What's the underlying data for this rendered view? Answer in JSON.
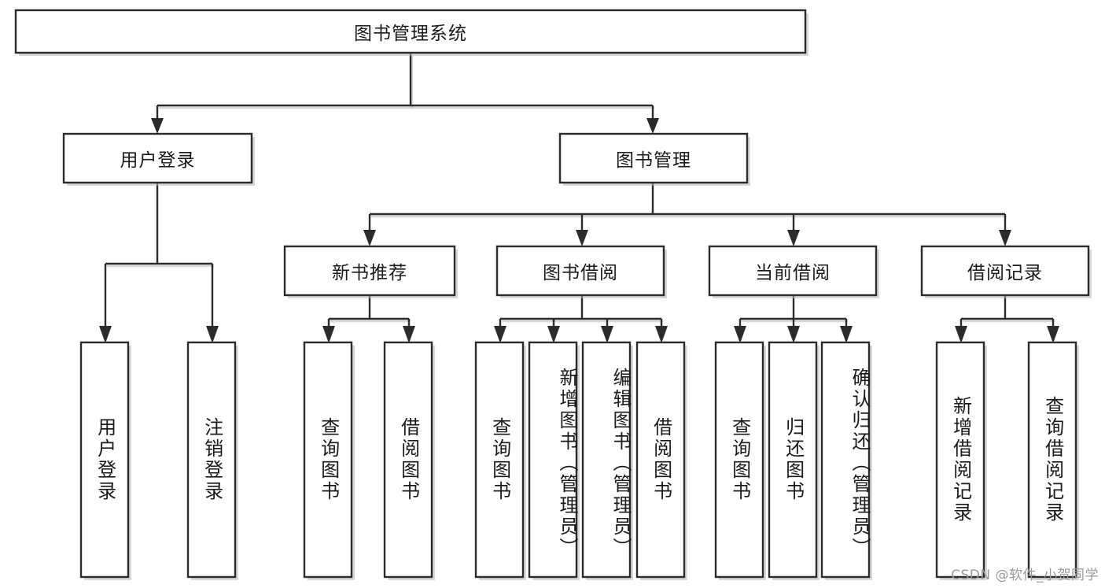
{
  "diagram": {
    "title": "图书管理系统",
    "type": "functional-decomposition-tree",
    "root": {
      "label": "图书管理系统"
    },
    "level2": [
      {
        "id": "user-login",
        "label": "用户登录"
      },
      {
        "id": "book-management",
        "label": "图书管理"
      }
    ],
    "level3": [
      {
        "id": "new-book-recommend",
        "label": "新书推荐",
        "parent": "book-management"
      },
      {
        "id": "book-borrow",
        "label": "图书借阅",
        "parent": "book-management"
      },
      {
        "id": "current-borrow",
        "label": "当前借阅",
        "parent": "book-management"
      },
      {
        "id": "borrow-record",
        "label": "借阅记录",
        "parent": "book-management"
      }
    ],
    "leaves": [
      {
        "id": "leaf-user-login",
        "label": "用户登录",
        "parent": "user-login"
      },
      {
        "id": "leaf-logout",
        "label": "注销登录",
        "parent": "user-login"
      },
      {
        "id": "leaf-query-book-1",
        "label": "查询图书",
        "parent": "new-book-recommend"
      },
      {
        "id": "leaf-borrow-book-1",
        "label": "借阅图书",
        "parent": "new-book-recommend"
      },
      {
        "id": "leaf-query-book-2",
        "label": "查询图书",
        "parent": "book-borrow"
      },
      {
        "id": "leaf-add-book",
        "label": "新增图书（管理员）",
        "parent": "book-borrow"
      },
      {
        "id": "leaf-edit-book",
        "label": "编辑图书（管理员）",
        "parent": "book-borrow"
      },
      {
        "id": "leaf-borrow-book-2",
        "label": "借阅图书",
        "parent": "book-borrow"
      },
      {
        "id": "leaf-query-book-3",
        "label": "查询图书",
        "parent": "current-borrow"
      },
      {
        "id": "leaf-return-book",
        "label": "归还图书",
        "parent": "current-borrow"
      },
      {
        "id": "leaf-confirm-return",
        "label": "确认归还（管理员）",
        "parent": "current-borrow"
      },
      {
        "id": "leaf-add-record",
        "label": "新增借阅记录",
        "parent": "borrow-record"
      },
      {
        "id": "leaf-query-record",
        "label": "查询借阅记录",
        "parent": "borrow-record"
      }
    ]
  },
  "watermark": {
    "text": "CSDN @软件_小贺同学"
  },
  "colors": {
    "stroke": "#2b2b2b",
    "fill": "#ffffff",
    "text": "#1a1a1a",
    "watermark": "#9a9a9a",
    "background": "#ffffff"
  }
}
